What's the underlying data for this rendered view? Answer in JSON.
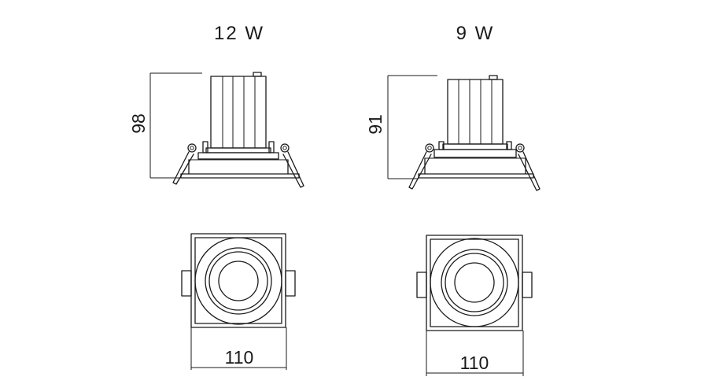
{
  "variants": [
    {
      "title": "12 W",
      "height_label": "98",
      "width_label": "110"
    },
    {
      "title": "9 W",
      "height_label": "91",
      "width_label": "110"
    }
  ]
}
